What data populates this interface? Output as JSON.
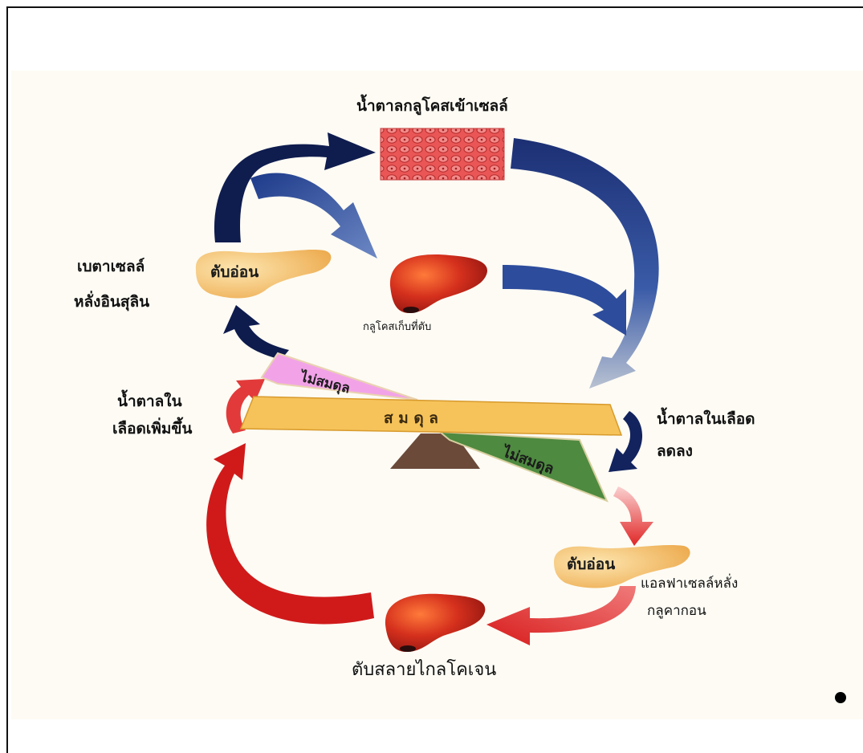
{
  "labels": {
    "top_title": "น้ำตาลกลูโคสเข้าเซลล์",
    "beta_cells_line1": "เบตาเซลล์",
    "beta_cells_line2": "หลั่งอินสุลิน",
    "glycogen_store": "กลูโคสเก็บที่ตับ",
    "sugar_up_line1": "น้ำตาลใน",
    "sugar_up_line2": "เลือดเพิ่มขึ้น",
    "sugar_down_line1": "น้ำตาลในเลือด",
    "sugar_down_line2": "ลดลง",
    "alpha_cells_line1": "แอลฟาเซลล์หลั่ง",
    "alpha_cells_line2": "กลูคากอน",
    "glycogenolysis": "ตับสลายไกลโคเจน"
  },
  "shapes": {
    "pancreas_top": "ตับอ่อน",
    "pancreas_bottom": "ตับอ่อน",
    "balance_beam": "ส  ม  ดุ  ล",
    "imbalance_top": "ไม่สมดุล",
    "imbalance_bottom": "ไม่สมดุล"
  },
  "colors": {
    "background": "#fdfbf4",
    "insulin_arrow_dark": "#0e1b4d",
    "insulin_arrow_mid": "#1f3a86",
    "insulin_arrow_light": "#a9b4c8",
    "glucagon_arrow": "#cc1a1a",
    "glucagon_arrow_light": "#f3a8a8",
    "pancreas": "#f5c66a",
    "liver": "#c8251a",
    "balance_beam": "#f6c35a",
    "imbalance_pink": "#f2a3e8",
    "imbalance_green": "#4e8a40",
    "fulcrum": "#6b4a3a",
    "cells": "#e04b4b"
  },
  "icons": [
    "muscle-cells-icon",
    "liver-icon",
    "pancreas-icon",
    "fulcrum-icon"
  ]
}
